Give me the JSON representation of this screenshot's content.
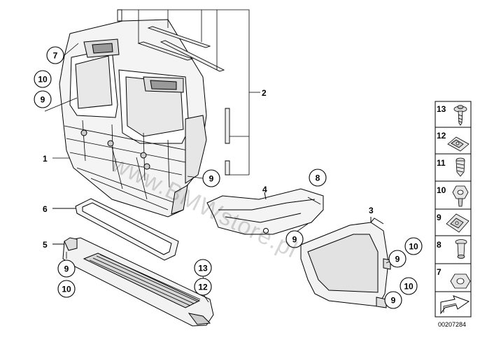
{
  "diagram_id": "00207284",
  "watermark": "www.BMWstore.pl",
  "part_labels": {
    "p1": "1",
    "p2": "2",
    "p3": "3",
    "p4": "4",
    "p5": "5",
    "p6": "6"
  },
  "callouts": {
    "c7": "7",
    "c10a": "10",
    "c9a": "9",
    "c9b": "9",
    "c8": "8",
    "c9c": "9",
    "c9d": "9",
    "c10b": "10",
    "c9e": "9",
    "c10c": "10",
    "c13": "13",
    "c12": "12",
    "c9f": "9",
    "c10d": "10"
  },
  "hardware_sidebar": [
    {
      "number": "13",
      "icon": "screw-with-washer-icon"
    },
    {
      "number": "12",
      "icon": "clip-nut-icon"
    },
    {
      "number": "11",
      "icon": "expanding-rivet-icon"
    },
    {
      "number": "10",
      "icon": "hex-collar-nut-icon"
    },
    {
      "number": "9",
      "icon": "spring-clip-nut-icon"
    },
    {
      "number": "8",
      "icon": "push-rivet-icon"
    },
    {
      "number": "7",
      "icon": "hex-nut-icon"
    },
    {
      "number": "",
      "icon": "direction-arrow-icon"
    }
  ]
}
